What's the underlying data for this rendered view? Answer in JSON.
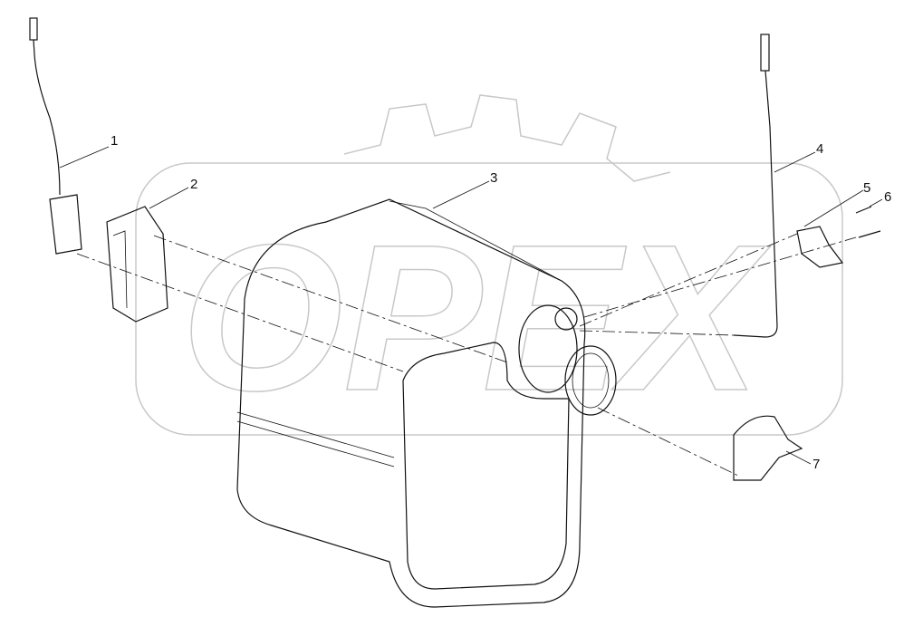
{
  "diagram": {
    "watermark": "OPEX",
    "callouts": [
      {
        "label": "1"
      },
      {
        "label": "2"
      },
      {
        "label": "3"
      },
      {
        "label": "4"
      },
      {
        "label": "5"
      },
      {
        "label": "6"
      },
      {
        "label": "7"
      }
    ],
    "line_color": "#111111"
  }
}
